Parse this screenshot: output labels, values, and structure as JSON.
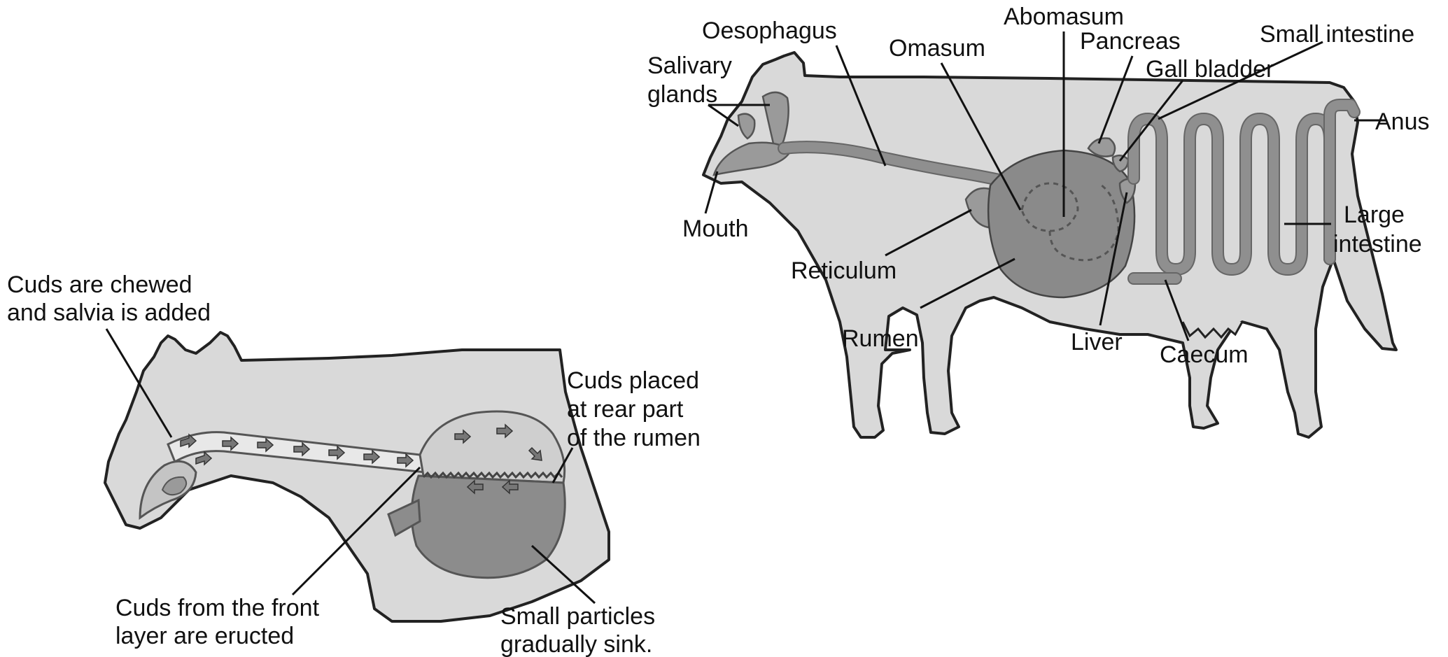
{
  "diagram": {
    "left_panel": {
      "labels": {
        "chew_line1": "Cuds are chewed",
        "chew_line2": "and salvia is added",
        "rear_line1": "Cuds placed",
        "rear_line2": "at rear part",
        "rear_line3": "of the rumen",
        "eruct_line1": "Cuds from the front",
        "eruct_line2": "layer are eructed",
        "sink_line1": "Small particles",
        "sink_line2": "gradually sink."
      }
    },
    "right_panel": {
      "labels": {
        "oesophagus": "Oesophagus",
        "salivary_line1": "Salivary",
        "salivary_line2": "glands",
        "mouth": "Mouth",
        "omasum": "Omasum",
        "abomasum": "Abomasum",
        "pancreas": "Pancreas",
        "gall_bladder": "Gall bladder",
        "small_intestine": "Small intestine",
        "anus": "Anus",
        "large_intestine_line1": "Large",
        "large_intestine_line2": "intestine",
        "reticulum": "Reticulum",
        "rumen": "Rumen",
        "liver": "Liver",
        "caecum": "Caecum"
      }
    }
  }
}
